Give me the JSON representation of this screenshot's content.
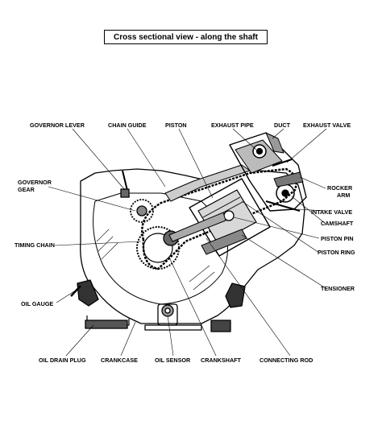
{
  "title": "Cross sectional view - along the shaft",
  "labels": {
    "governor_lever": "GOVERNOR LEVER",
    "chain_guide": "CHAIN GUIDE",
    "piston": "PISTON",
    "exhaust_pipe": "EXHAUST PIPE",
    "duct": "DUCT",
    "exhaust_valve": "EXHAUST VALVE",
    "governor_gear_1": "GOVERNOR",
    "governor_gear_2": "GEAR",
    "rocker_arm_1": "ROCKER",
    "rocker_arm_2": "ARM",
    "intake_valve": "INTAKE VALVE",
    "camshaft": "CAMSHAFT",
    "timing_chain": "TIMING CHAIN",
    "piston_pin": "PISTON PIN",
    "piston_ring": "PISTON RING",
    "tensioner": "TENSIONER",
    "oil_gauge": "OIL GAUGE",
    "oil_drain_plug": "OIL DRAIN PLUG",
    "crankcase": "CRANKCASE",
    "oil_sensor": "OIL SENSOR",
    "crankshaft": "CRANKSHAFT",
    "connecting_rod": "CONNECTING ROD"
  }
}
